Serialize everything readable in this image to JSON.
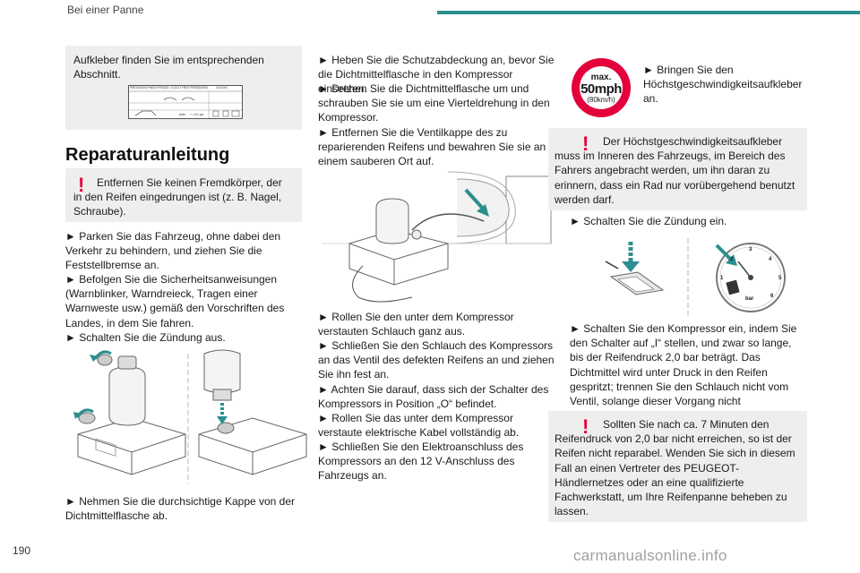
{
  "header": {
    "title": "Bei einer Panne",
    "accent_color": "#2b8f8f"
  },
  "page_number": "190",
  "watermark": "carmanualsonline.info",
  "col1": {
    "info_box_text": "Aufkleber finden Sie im entsprechenden Abschnitt.",
    "sticker": {
      "row1": "PRESSIONS PNEUS FROIDS / COLD TYRES PRESSURES",
      "row1b": "XXXXXX",
      "unit": "bars",
      "unit2": "+ /-XX psi"
    },
    "heading": "Reparaturanleitung",
    "warning": "Entfernen Sie keinen Fremdkörper, der in den Reifen eingedrungen ist (z. B. Nagel, Schraube).",
    "steps": [
      "► Parken Sie das Fahrzeug, ohne dabei den Verkehr zu behindern, und ziehen Sie die Feststellbremse an.",
      "► Befolgen Sie die Sicherheitsanweisungen (Warnblinker, Warndreieck, Tragen einer Warnweste usw.) gemäß den Vorschriften des Landes, in dem Sie fahren.",
      "► Schalten Sie die Zündung aus."
    ],
    "step_after_image": "► Nehmen Sie die durchsichtige Kappe von der Dichtmittelflasche ab."
  },
  "col2": {
    "steps_top": [
      "► Heben Sie die Schutzabdeckung an, bevor Sie die Dichtmittelflasche in den Kompressor einsetzen.",
      "► Drehen Sie die Dichtmittelflasche um und schrauben Sie sie um eine Vierteldrehung in den Kompressor.",
      "► Entfernen Sie die Ventilkappe des zu reparierenden Reifens und bewahren Sie sie an einem sauberen Ort auf."
    ],
    "steps_bottom": [
      "► Rollen Sie den unter dem Kompressor verstauten Schlauch ganz aus.",
      "► Schließen Sie den Schlauch des Kompressors an das Ventil des defekten Reifens an und ziehen Sie ihn fest an.",
      "► Achten Sie darauf, dass sich der Schalter des Kompressors in Position „O“ befindet.",
      "► Rollen Sie das unter dem Kompressor verstaute elektrische Kabel vollständig ab.",
      "► Schließen Sie den Elektroanschluss des Kompressors an den 12 V-Anschluss des Fahrzeugs an."
    ]
  },
  "col3": {
    "speed_sign": {
      "line1": "max.",
      "line2": "50mph",
      "line3": "(80km/h)"
    },
    "speed_step": "► Bringen Sie den Höchstgeschwindigkeitsaufkleber an.",
    "warning1": "Der Höchstgeschwindigkeitsaufkleber muss im Inneren des Fahrzeugs, im Bereich des Fahrers angebracht werden, um ihn daran zu erinnern, dass ein Rad nur vorübergehend benutzt werden darf.",
    "ignition_step": "► Schalten Sie die Zündung ein.",
    "gauge": {
      "ticks": [
        "1",
        "2",
        "3",
        "4",
        "5",
        "6"
      ],
      "unit": "bar"
    },
    "compressor_step": "► Schalten Sie den Kompressor ein, indem Sie den Schalter auf „I“ stellen, und zwar so lange, bis der Reifendruck 2,0 bar beträgt. Das Dichtmittel wird unter Druck in den Reifen gespritzt; trennen Sie den Schlauch nicht vom Ventil, solange dieser Vorgang nicht abgeschlossen ist (Spritzgefahr).",
    "warning2": "Sollten Sie nach ca. 7 Minuten den Reifendruck von 2,0 bar nicht erreichen, so ist der Reifen nicht reparabel. Wenden Sie sich in diesem Fall an einen Vertreter des PEUGEOT-Händlernetzes oder an eine qualifizierte Fachwerkstatt, um Ihre Reifenpanne beheben zu lassen."
  },
  "colors": {
    "warning": "#e4003a",
    "box": "#eeeeee",
    "teal": "#2b8f8f"
  }
}
